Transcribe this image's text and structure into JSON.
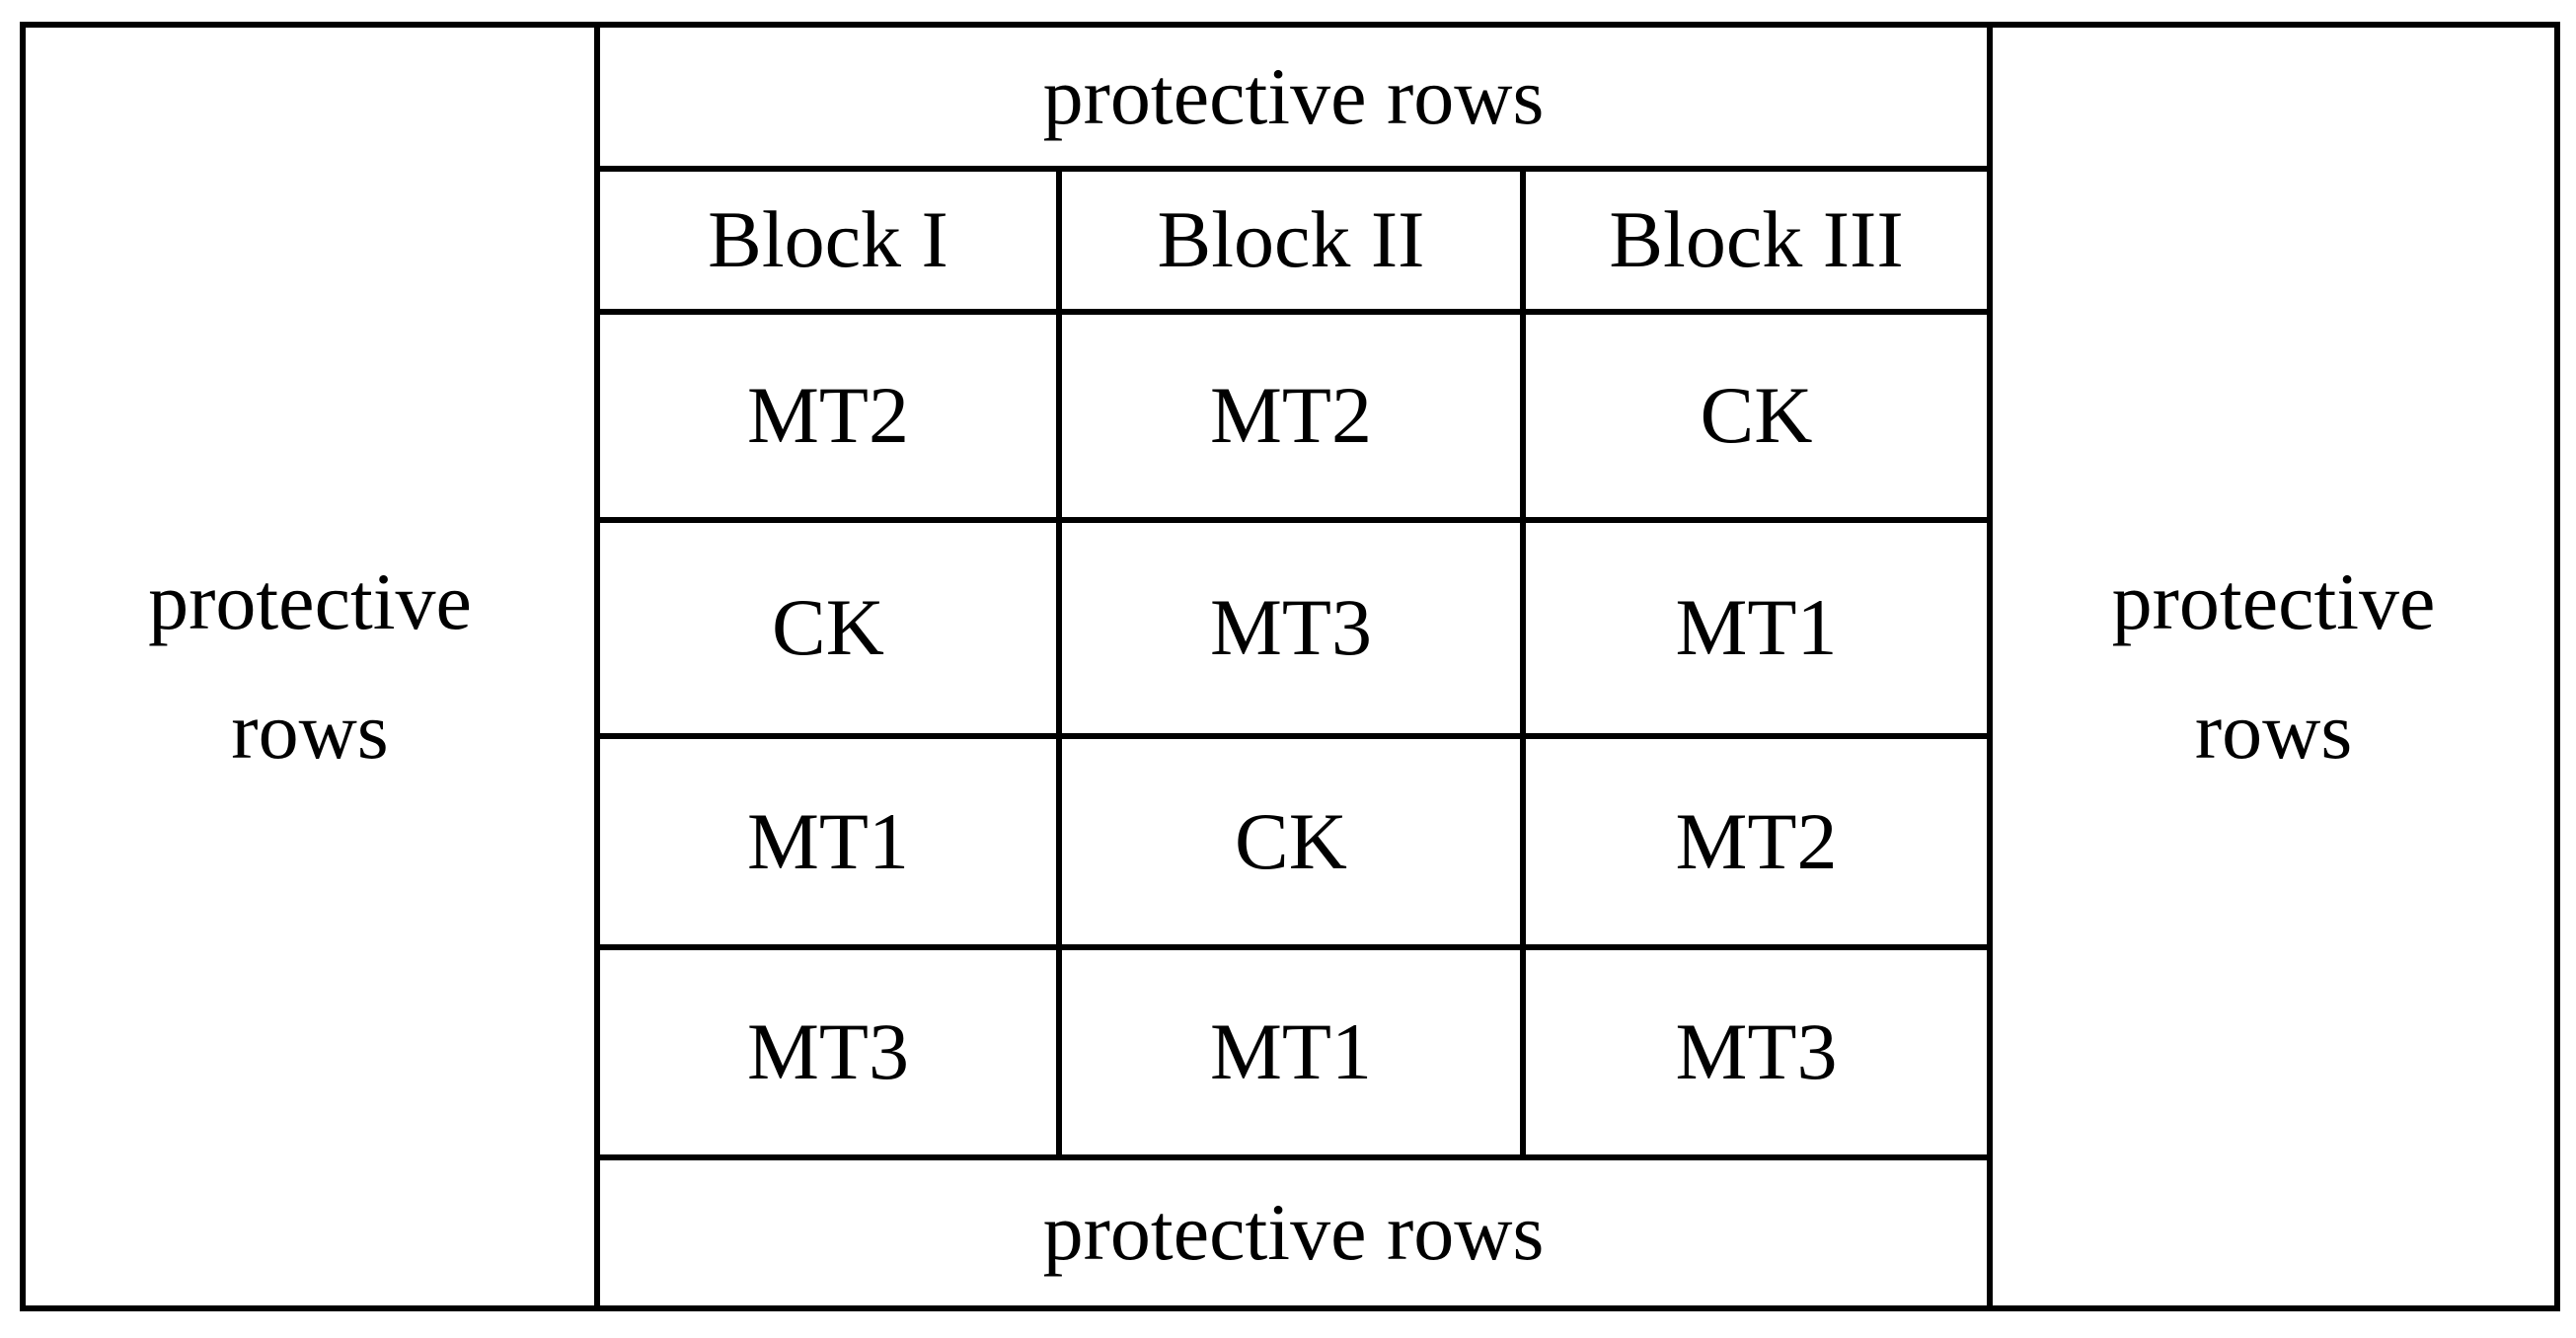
{
  "diagram": {
    "top_label": "protective rows",
    "bottom_label": "protective rows",
    "left_label_line1": "protective",
    "left_label_line2": "rows",
    "right_label_line1": "protective",
    "right_label_line2": "rows",
    "block_headers": [
      "Block I",
      "Block II",
      "Block III"
    ],
    "treatment_rows": [
      [
        "MT2",
        "MT2",
        "CK"
      ],
      [
        "CK",
        "MT3",
        "MT1"
      ],
      [
        "MT1",
        "CK",
        "MT2"
      ],
      [
        "MT3",
        "MT1",
        "MT3"
      ]
    ],
    "colors": {
      "border": "#000000",
      "background": "#ffffff",
      "text": "#000000"
    }
  }
}
